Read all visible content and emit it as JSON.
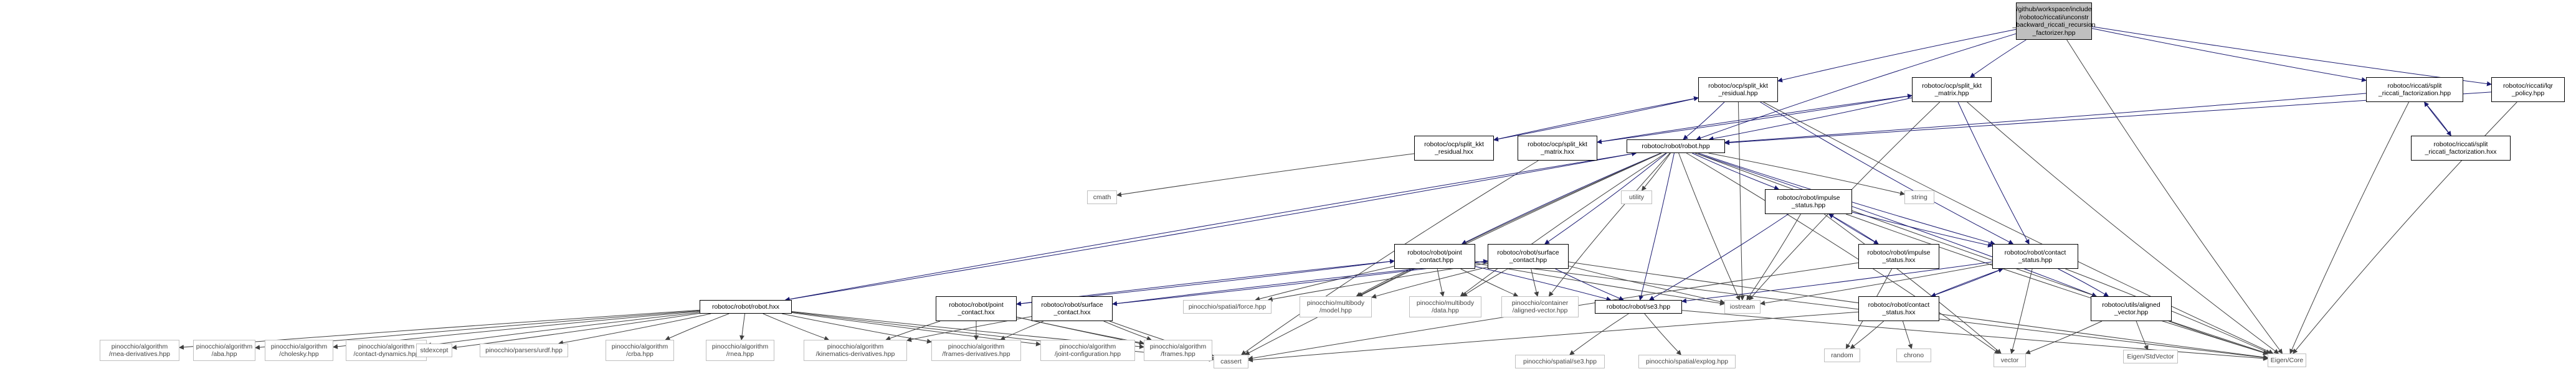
{
  "graph": {
    "root": "nd_root",
    "edge_color_internal": "#191970",
    "edge_color_external": "#404040",
    "node_fill_root": "#bfbfbf",
    "node_border_internal": "#000000",
    "node_border_external": "#bfbfbf",
    "nodes": [
      {
        "id": "nd_root",
        "lines": [
          "/github/workspace/include",
          "/robotoc/riccati/unconstr",
          "_backward_riccati_recursion",
          "_factorizer.hpp"
        ],
        "kind": "root"
      },
      {
        "id": "nd_res_hpp",
        "lines": [
          "robotoc/ocp/split_kkt",
          "_residual.hpp"
        ],
        "kind": "internal"
      },
      {
        "id": "nd_mat_hpp",
        "lines": [
          "robotoc/ocp/split_kkt",
          "_matrix.hpp"
        ],
        "kind": "internal"
      },
      {
        "id": "nd_fact_hpp",
        "lines": [
          "robotoc/riccati/split",
          "_riccati_factorization.hpp"
        ],
        "kind": "internal"
      },
      {
        "id": "nd_lqr",
        "lines": [
          "robotoc/riccati/lqr",
          "_policy.hpp"
        ],
        "kind": "internal"
      },
      {
        "id": "nd_res_hxx",
        "lines": [
          "robotoc/ocp/split_kkt",
          "_residual.hxx"
        ],
        "kind": "internal"
      },
      {
        "id": "nd_mat_hxx",
        "lines": [
          "robotoc/ocp/split_kkt",
          "_matrix.hxx"
        ],
        "kind": "internal"
      },
      {
        "id": "nd_robot_hpp",
        "lines": [
          "robotoc/robot/robot.hpp"
        ],
        "kind": "internal"
      },
      {
        "id": "nd_fact_hxx",
        "lines": [
          "robotoc/riccati/split",
          "_riccati_factorization.hxx"
        ],
        "kind": "internal"
      },
      {
        "id": "nd_cmath",
        "lines": [
          "cmath"
        ],
        "kind": "external"
      },
      {
        "id": "nd_utility",
        "lines": [
          "utility"
        ],
        "kind": "external"
      },
      {
        "id": "nd_string",
        "lines": [
          "string"
        ],
        "kind": "external"
      },
      {
        "id": "nd_impulse_hpp",
        "lines": [
          "robotoc/robot/impulse",
          "_status.hpp"
        ],
        "kind": "internal"
      },
      {
        "id": "nd_point_hpp",
        "lines": [
          "robotoc/robot/point",
          "_contact.hpp"
        ],
        "kind": "internal"
      },
      {
        "id": "nd_surface_hpp",
        "lines": [
          "robotoc/robot/surface",
          "_contact.hpp"
        ],
        "kind": "internal"
      },
      {
        "id": "nd_impulse_hxx",
        "lines": [
          "robotoc/robot/impulse",
          "_status.hxx"
        ],
        "kind": "internal"
      },
      {
        "id": "nd_contact_hpp",
        "lines": [
          "robotoc/robot/contact",
          "_status.hpp"
        ],
        "kind": "internal"
      },
      {
        "id": "nd_iostream",
        "lines": [
          "iostream"
        ],
        "kind": "external"
      },
      {
        "id": "nd_force",
        "lines": [
          "pinocchio/spatial/force.hpp"
        ],
        "kind": "external"
      },
      {
        "id": "nd_model",
        "lines": [
          "pinocchio/multibody",
          "/model.hpp"
        ],
        "kind": "external"
      },
      {
        "id": "nd_data",
        "lines": [
          "pinocchio/multibody",
          "/data.hpp"
        ],
        "kind": "external"
      },
      {
        "id": "nd_alignedvec",
        "lines": [
          "pinocchio/container",
          "/aligned-vector.hpp"
        ],
        "kind": "external"
      },
      {
        "id": "nd_se3_robot",
        "lines": [
          "robotoc/robot/se3.hpp"
        ],
        "kind": "internal"
      },
      {
        "id": "nd_utils_aligned",
        "lines": [
          "robotoc/utils/aligned",
          "_vector.hpp"
        ],
        "kind": "internal"
      },
      {
        "id": "nd_point_hxx",
        "lines": [
          "robotoc/robot/point",
          "_contact.hxx"
        ],
        "kind": "internal"
      },
      {
        "id": "nd_surface_hxx",
        "lines": [
          "robotoc/robot/surface",
          "_contact.hxx"
        ],
        "kind": "internal"
      },
      {
        "id": "nd_contact_hxx",
        "lines": [
          "robotoc/robot/contact",
          "_status.hxx"
        ],
        "kind": "internal"
      },
      {
        "id": "nd_eigen_core",
        "lines": [
          "Eigen/Core"
        ],
        "kind": "external"
      },
      {
        "id": "nd_robot_hxx",
        "lines": [
          "robotoc/robot/robot.hxx"
        ],
        "kind": "internal"
      },
      {
        "id": "nd_rnea_d",
        "lines": [
          "pinocchio/algorithm",
          "/rnea-derivatives.hpp"
        ],
        "kind": "external"
      },
      {
        "id": "nd_aba",
        "lines": [
          "pinocchio/algorithm",
          "/aba.hpp"
        ],
        "kind": "external"
      },
      {
        "id": "nd_cholesky",
        "lines": [
          "pinocchio/algorithm",
          "/cholesky.hpp"
        ],
        "kind": "external"
      },
      {
        "id": "nd_contact_dyn",
        "lines": [
          "pinocchio/algorithm",
          "/contact-dynamics.hpp"
        ],
        "kind": "external"
      },
      {
        "id": "nd_stdexcept",
        "lines": [
          "stdexcept"
        ],
        "kind": "external"
      },
      {
        "id": "nd_urdf",
        "lines": [
          "pinocchio/parsers/urdf.hpp"
        ],
        "kind": "external"
      },
      {
        "id": "nd_crba",
        "lines": [
          "pinocchio/algorithm",
          "/crba.hpp"
        ],
        "kind": "external"
      },
      {
        "id": "nd_rnea",
        "lines": [
          "pinocchio/algorithm",
          "/rnea.hpp"
        ],
        "kind": "external"
      },
      {
        "id": "nd_kin_d",
        "lines": [
          "pinocchio/algorithm",
          "/kinematics-derivatives.hpp"
        ],
        "kind": "external"
      },
      {
        "id": "nd_frames_d",
        "lines": [
          "pinocchio/algorithm",
          "/frames-derivatives.hpp"
        ],
        "kind": "external"
      },
      {
        "id": "nd_joint_conf",
        "lines": [
          "pinocchio/algorithm",
          "/joint-configuration.hpp"
        ],
        "kind": "external"
      },
      {
        "id": "nd_frames",
        "lines": [
          "pinocchio/algorithm",
          "/frames.hpp"
        ],
        "kind": "external"
      },
      {
        "id": "nd_cassert",
        "lines": [
          "cassert"
        ],
        "kind": "external"
      },
      {
        "id": "nd_random",
        "lines": [
          "random"
        ],
        "kind": "external"
      },
      {
        "id": "nd_chrono",
        "lines": [
          "chrono"
        ],
        "kind": "external"
      },
      {
        "id": "nd_vector",
        "lines": [
          "vector"
        ],
        "kind": "external"
      },
      {
        "id": "nd_stdvector",
        "lines": [
          "Eigen/StdVector"
        ],
        "kind": "external"
      },
      {
        "id": "nd_se3_pin",
        "lines": [
          "pinocchio/spatial/se3.hpp"
        ],
        "kind": "external"
      },
      {
        "id": "nd_explog",
        "lines": [
          "pinocchio/spatial/explog.hpp"
        ],
        "kind": "external"
      }
    ],
    "edges": [
      [
        "nd_root",
        "nd_res_hpp"
      ],
      [
        "nd_root",
        "nd_mat_hpp"
      ],
      [
        "nd_root",
        "nd_fact_hpp"
      ],
      [
        "nd_root",
        "nd_lqr"
      ],
      [
        "nd_root",
        "nd_robot_hpp"
      ],
      [
        "nd_root",
        "nd_eigen_core"
      ],
      [
        "nd_res_hpp",
        "nd_robot_hpp"
      ],
      [
        "nd_res_hpp",
        "nd_res_hxx"
      ],
      [
        "nd_res_hpp",
        "nd_iostream"
      ],
      [
        "nd_res_hpp",
        "nd_eigen_core"
      ],
      [
        "nd_res_hpp",
        "nd_contact_hpp"
      ],
      [
        "nd_res_hxx",
        "nd_res_hpp"
      ],
      [
        "nd_res_hxx",
        "nd_cmath"
      ],
      [
        "nd_mat_hpp",
        "nd_robot_hpp"
      ],
      [
        "nd_mat_hpp",
        "nd_mat_hxx"
      ],
      [
        "nd_mat_hpp",
        "nd_iostream"
      ],
      [
        "nd_mat_hpp",
        "nd_eigen_core"
      ],
      [
        "nd_mat_hpp",
        "nd_contact_hpp"
      ],
      [
        "nd_mat_hxx",
        "nd_mat_hpp"
      ],
      [
        "nd_mat_hxx",
        "nd_cassert"
      ],
      [
        "nd_fact_hpp",
        "nd_robot_hpp"
      ],
      [
        "nd_fact_hpp",
        "nd_fact_hxx"
      ],
      [
        "nd_fact_hpp",
        "nd_eigen_core"
      ],
      [
        "nd_fact_hxx",
        "nd_fact_hpp"
      ],
      [
        "nd_lqr",
        "nd_robot_hpp"
      ],
      [
        "nd_lqr",
        "nd_eigen_core"
      ],
      [
        "nd_robot_hpp",
        "nd_utility"
      ],
      [
        "nd_robot_hpp",
        "nd_string"
      ],
      [
        "nd_robot_hpp",
        "nd_impulse_hpp"
      ],
      [
        "nd_robot_hpp",
        "nd_point_hpp"
      ],
      [
        "nd_robot_hpp",
        "nd_surface_hpp"
      ],
      [
        "nd_robot_hpp",
        "nd_contact_hpp"
      ],
      [
        "nd_robot_hpp",
        "nd_iostream"
      ],
      [
        "nd_robot_hpp",
        "nd_model"
      ],
      [
        "nd_robot_hpp",
        "nd_data"
      ],
      [
        "nd_robot_hpp",
        "nd_alignedvec"
      ],
      [
        "nd_robot_hpp",
        "nd_se3_robot"
      ],
      [
        "nd_robot_hpp",
        "nd_utils_aligned"
      ],
      [
        "nd_robot_hpp",
        "nd_eigen_core"
      ],
      [
        "nd_robot_hpp",
        "nd_robot_hxx"
      ],
      [
        "nd_robot_hpp",
        "nd_vector"
      ],
      [
        "nd_robot_hpp",
        "nd_cassert"
      ],
      [
        "nd_impulse_hpp",
        "nd_impulse_hxx"
      ],
      [
        "nd_impulse_hpp",
        "nd_contact_hpp"
      ],
      [
        "nd_impulse_hpp",
        "nd_iostream"
      ],
      [
        "nd_impulse_hpp",
        "nd_vector"
      ],
      [
        "nd_impulse_hpp",
        "nd_se3_robot"
      ],
      [
        "nd_impulse_hpp",
        "nd_eigen_core"
      ],
      [
        "nd_impulse_hxx",
        "nd_impulse_hpp"
      ],
      [
        "nd_impulse_hxx",
        "nd_random"
      ],
      [
        "nd_impulse_hxx",
        "nd_cassert"
      ],
      [
        "nd_contact_hpp",
        "nd_contact_hxx"
      ],
      [
        "nd_contact_hpp",
        "nd_iostream"
      ],
      [
        "nd_contact_hpp",
        "nd_vector"
      ],
      [
        "nd_contact_hpp",
        "nd_se3_robot"
      ],
      [
        "nd_contact_hpp",
        "nd_utils_aligned"
      ],
      [
        "nd_contact_hpp",
        "nd_eigen_core"
      ],
      [
        "nd_contact_hxx",
        "nd_contact_hpp"
      ],
      [
        "nd_contact_hxx",
        "nd_random"
      ],
      [
        "nd_contact_hxx",
        "nd_chrono"
      ],
      [
        "nd_contact_hxx",
        "nd_cassert"
      ],
      [
        "nd_point_hpp",
        "nd_point_hxx"
      ],
      [
        "nd_point_hpp",
        "nd_force"
      ],
      [
        "nd_point_hpp",
        "nd_model"
      ],
      [
        "nd_point_hpp",
        "nd_data"
      ],
      [
        "nd_point_hpp",
        "nd_alignedvec"
      ],
      [
        "nd_point_hpp",
        "nd_se3_robot"
      ],
      [
        "nd_point_hpp",
        "nd_iostream"
      ],
      [
        "nd_point_hpp",
        "nd_eigen_core"
      ],
      [
        "nd_point_hxx",
        "nd_point_hpp"
      ],
      [
        "nd_point_hxx",
        "nd_kin_d"
      ],
      [
        "nd_point_hxx",
        "nd_frames_d"
      ],
      [
        "nd_point_hxx",
        "nd_frames"
      ],
      [
        "nd_point_hxx",
        "nd_cassert"
      ],
      [
        "nd_surface_hpp",
        "nd_surface_hxx"
      ],
      [
        "nd_surface_hpp",
        "nd_force"
      ],
      [
        "nd_surface_hpp",
        "nd_model"
      ],
      [
        "nd_surface_hpp",
        "nd_data"
      ],
      [
        "nd_surface_hpp",
        "nd_alignedvec"
      ],
      [
        "nd_surface_hpp",
        "nd_se3_robot"
      ],
      [
        "nd_surface_hpp",
        "nd_iostream"
      ],
      [
        "nd_surface_hpp",
        "nd_eigen_core"
      ],
      [
        "nd_surface_hxx",
        "nd_surface_hpp"
      ],
      [
        "nd_surface_hxx",
        "nd_kin_d"
      ],
      [
        "nd_surface_hxx",
        "nd_frames_d"
      ],
      [
        "nd_surface_hxx",
        "nd_frames"
      ],
      [
        "nd_surface_hxx",
        "nd_cassert"
      ],
      [
        "nd_robot_hxx",
        "nd_robot_hpp"
      ],
      [
        "nd_robot_hxx",
        "nd_rnea_d"
      ],
      [
        "nd_robot_hxx",
        "nd_aba"
      ],
      [
        "nd_robot_hxx",
        "nd_cholesky"
      ],
      [
        "nd_robot_hxx",
        "nd_contact_dyn"
      ],
      [
        "nd_robot_hxx",
        "nd_stdexcept"
      ],
      [
        "nd_robot_hxx",
        "nd_urdf"
      ],
      [
        "nd_robot_hxx",
        "nd_crba"
      ],
      [
        "nd_robot_hxx",
        "nd_rnea"
      ],
      [
        "nd_robot_hxx",
        "nd_kin_d"
      ],
      [
        "nd_robot_hxx",
        "nd_frames_d"
      ],
      [
        "nd_robot_hxx",
        "nd_joint_conf"
      ],
      [
        "nd_robot_hxx",
        "nd_frames"
      ],
      [
        "nd_robot_hxx",
        "nd_cassert"
      ],
      [
        "nd_se3_robot",
        "nd_se3_pin"
      ],
      [
        "nd_se3_robot",
        "nd_explog"
      ],
      [
        "nd_se3_robot",
        "nd_eigen_core"
      ],
      [
        "nd_utils_aligned",
        "nd_vector"
      ],
      [
        "nd_utils_aligned",
        "nd_stdvector"
      ],
      [
        "nd_utils_aligned",
        "nd_eigen_core"
      ]
    ]
  }
}
